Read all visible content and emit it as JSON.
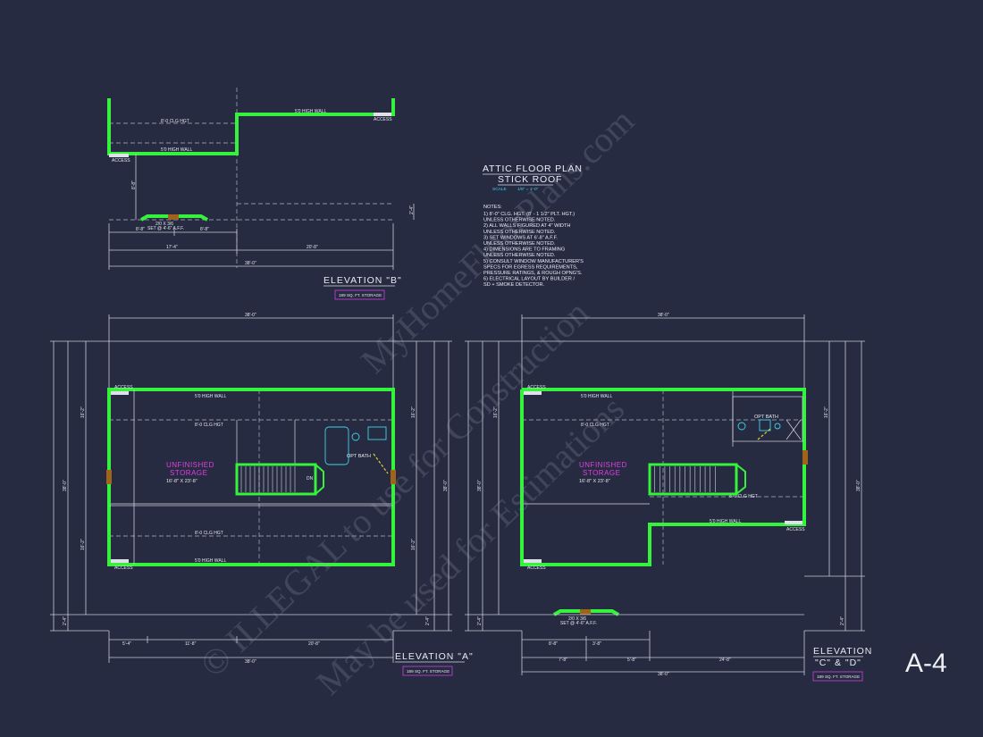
{
  "sheet_number": "A-4",
  "title_block": {
    "title": "ATTIC FLOOR PLAN",
    "subtitle": "STICK ROOF",
    "scale_label": "SCALE",
    "scale_value": "1/8\" = 1'-0\"",
    "notes_heading": "NOTES:",
    "notes": [
      "1) 8'-0\" CLG. HGT. (8' - 1 1/2\" PLT. HGT.)",
      "   UNLESS OTHERWISE NOTED.",
      "2) ALL WALLS FIGURED AT 4\" WIDTH",
      "   UNLESS OTHERWISE NOTED.",
      "3) SET WINDOWS AT 6'-8\" A.F.F.",
      "   UNLESS OTHERWISE NOTED.",
      "4) DIMENSIONS ARE TO FRAMING",
      "   UNLESS OTHERWISE NOTED.",
      "5) CONSULT WINDOW MANUFACTURER'S",
      "   SPECS FOR EGRESS REQUIREMENTS,",
      "   PRESSURE RATINGS, & ROUGH OPNG'S.",
      "6) ELECTRICAL LAYOUT BY BUILDER /",
      "   SD + SMOKE DETECTOR."
    ]
  },
  "plans": {
    "b": {
      "label": "ELEVATION \"B\"",
      "storage_tag": "189 SQ. FT. STORAGE",
      "wall_high": "5'0 HIGH WALL",
      "clg_hgt": "8'-0 CLG HGT",
      "wall_low": "5'0 HIGH WALL",
      "access_left": "ACCESS",
      "access_right": "ACCESS",
      "window_note": "2/0 X 3/6\nSET @ 4'-6\" A.F.F.",
      "dims": [
        "8'-8\"",
        "8'-8\"",
        "17'-4\"",
        "20'-8\"",
        "38'-0\"",
        "8'-8\"",
        "2'-4\""
      ]
    },
    "a": {
      "label": "ELEVATION \"A\"",
      "storage_tag": "189 SQ. FT. STORAGE",
      "room_name": "UNFINISHED",
      "room_name2": "STORAGE",
      "room_size": "16'-8\" X 23'-8\"",
      "bath": "OPT BATH",
      "wall_top": "5'0 HIGH WALL",
      "clg_top": "8'-0 CLG HGT",
      "clg_bottom": "8'-0 CLG HGT",
      "wall_bottom": "5'0 HIGH WALL",
      "access_top": "ACCESS",
      "access_bottom": "ACCESS",
      "stair_label": "DN",
      "dims_top": "38'-0\"",
      "dims_bottom": [
        "5'-4\"",
        "11'-8\"",
        "20'-8\"",
        "38'-0\""
      ],
      "dims_left": [
        "16'-2\"",
        "38'-0\"",
        "16'-2\"",
        "2'-4\""
      ],
      "dims_right": [
        "16'-2\"",
        "38'-0\"",
        "16'-2\"",
        "2'-4\""
      ]
    },
    "cd": {
      "label": "ELEVATION",
      "label2": "\"C\" & \"D\"",
      "storage_tag": "189 SQ. FT. STORAGE",
      "room_name": "UNFINISHED",
      "room_name2": "STORAGE",
      "room_size": "16'-8\" X 23'-8\"",
      "bath": "OPT BATH",
      "wall_top": "5'0 HIGH WALL",
      "clg_top": "8'-0 CLG HGT",
      "clg_mid": "8'-0 CLG HGT",
      "wall_mid": "5'0 HIGH WALL",
      "access_top": "ACCESS",
      "access_bottom": "ACCESS",
      "access_right": "ACCESS",
      "window_note": "2/0 X 3/6\nSET @ 4'-6\" A.F.F.",
      "dims_top": "38'-0\"",
      "dims_bottom": [
        "8'-8\"",
        "3'-8\"",
        "7'-8\"",
        "5'-8\"",
        "38'-0\"",
        "24'-8\""
      ],
      "dims_left": [
        "16'-2\"",
        "38'-0\"",
        "2'-4\""
      ],
      "dims_right": [
        "16'-2\"",
        "38'-0\"",
        "2'-4\""
      ]
    }
  },
  "watermark": {
    "line1": "© ILLEGAL to use for Construction",
    "line2": "May be used for Estimations",
    "line3": "MyHomeFloorPlans.com"
  },
  "colors": {
    "background": "#262b41",
    "walls": "#35f23c",
    "annotation": "#e23ee6",
    "tag_border": "#c23ad3",
    "fixtures": "#3fd3e7",
    "door": "#d8d23b"
  }
}
